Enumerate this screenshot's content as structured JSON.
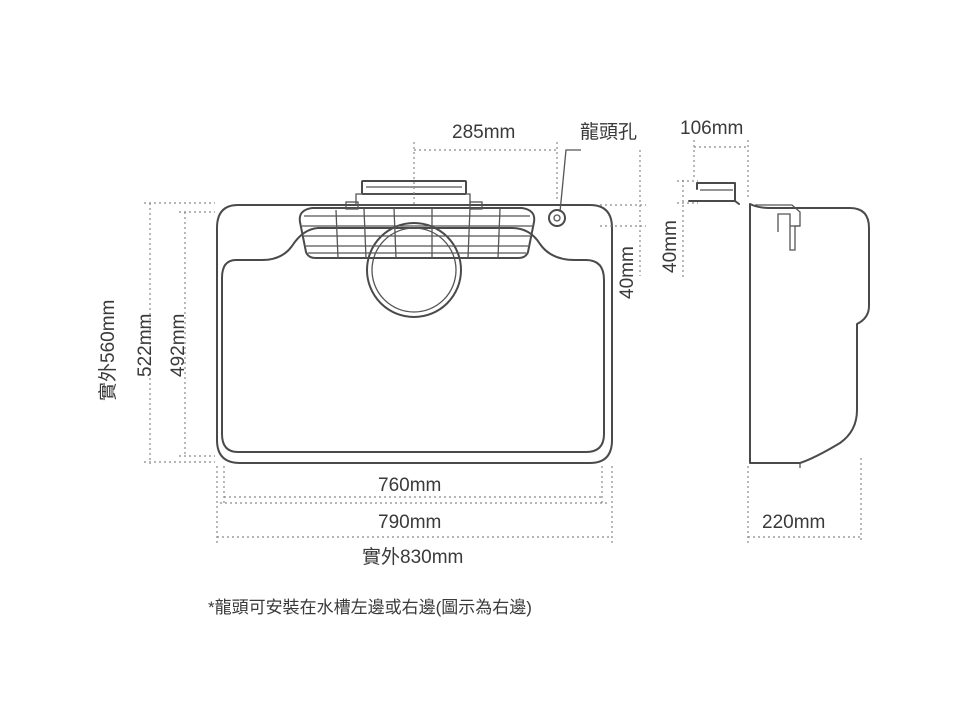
{
  "dimensions": {
    "front": {
      "top_width": "285mm",
      "faucet_hole": "龍頭孔",
      "hole_offset": "40mm",
      "outer_height": "實外560mm",
      "height_mid": "522mm",
      "height_inner": "492mm",
      "basin_width": "760mm",
      "width_mid": "790mm",
      "outer_width": "實外830mm"
    },
    "side": {
      "bracket_width": "106mm",
      "bracket_height": "40mm",
      "depth": "220mm"
    }
  },
  "footnote": "*龍頭可安裝在水槽左邊或右邊(圖示為右邊)"
}
